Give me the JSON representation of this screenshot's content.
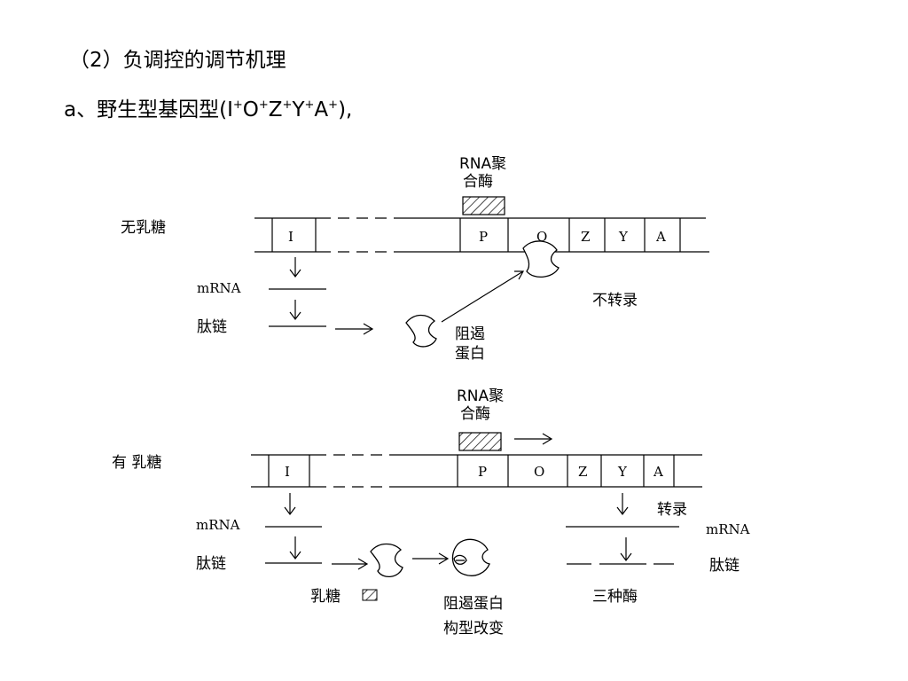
{
  "heading": "（2）负调控的调节机理",
  "subheading": {
    "prefix": "a、野生型基因型(I",
    "genes": [
      {
        "letter": "I",
        "sup": "+"
      },
      {
        "letter": "O",
        "sup": "+"
      },
      {
        "letter": "Z",
        "sup": "+"
      },
      {
        "letter": "Y",
        "sup": "+"
      },
      {
        "letter": "A",
        "sup": "+"
      }
    ],
    "suffix": "),"
  },
  "top_panel": {
    "condition": "无乳糖",
    "polymerase_line1": "RNA聚",
    "polymerase_line2": "合酶",
    "gene_i": "I",
    "gene_p": "P",
    "gene_o": "O",
    "gene_z": "Z",
    "gene_y": "Y",
    "gene_a": "A",
    "mrna": "mRNA",
    "peptide": "肽链",
    "repressor_line1": "阻遏",
    "repressor_line2": "蛋白",
    "no_transcription": "不转录"
  },
  "bottom_panel": {
    "condition": "有 乳糖",
    "polymerase_line1": "RNA聚",
    "polymerase_line2": "合酶",
    "gene_i": "I",
    "gene_p": "P",
    "gene_o": "O",
    "gene_z": "Z",
    "gene_y": "Y",
    "gene_a": "A",
    "mrna_left": "mRNA",
    "peptide_left": "肽链",
    "lactose": "乳糖",
    "transcription": "转录",
    "mrna_right": "mRNA",
    "peptide_right": "肽链",
    "repressor_changed_line1": "阻遏蛋白",
    "repressor_changed_line2": "构型改变",
    "three_enzymes": "三种酶"
  }
}
